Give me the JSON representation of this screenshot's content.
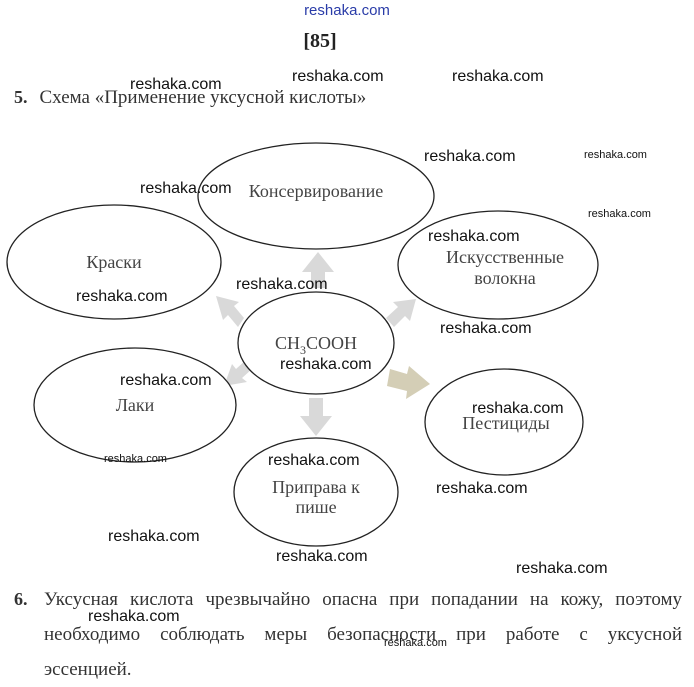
{
  "header": {
    "site": "reshaka.com",
    "page_number": "[85]"
  },
  "task5": {
    "number": "5.",
    "title": "Схема «Применение уксусной кислоты»"
  },
  "diagram": {
    "center": {
      "formula": "CH",
      "subscript": "3",
      "formula_tail": "COOH"
    },
    "nodes": {
      "preserving": "Консервирование",
      "paints": "Краски",
      "fibers_line1": "Искусственные",
      "fibers_line2": "волокна",
      "varnishes": "Лаки",
      "pesticides": "Пестициды",
      "seasoning_line1": "Приправа к",
      "seasoning_line2": "пише"
    }
  },
  "task6": {
    "number": "6.",
    "line1": "Уксусная кислота чрезвычайно опасна при попадании на кожу, поэтому",
    "line2": "необходимо соблюдать меры безопасности при работе с уксусной",
    "line3": "эссенцией."
  },
  "watermark": "reshaka.com"
}
